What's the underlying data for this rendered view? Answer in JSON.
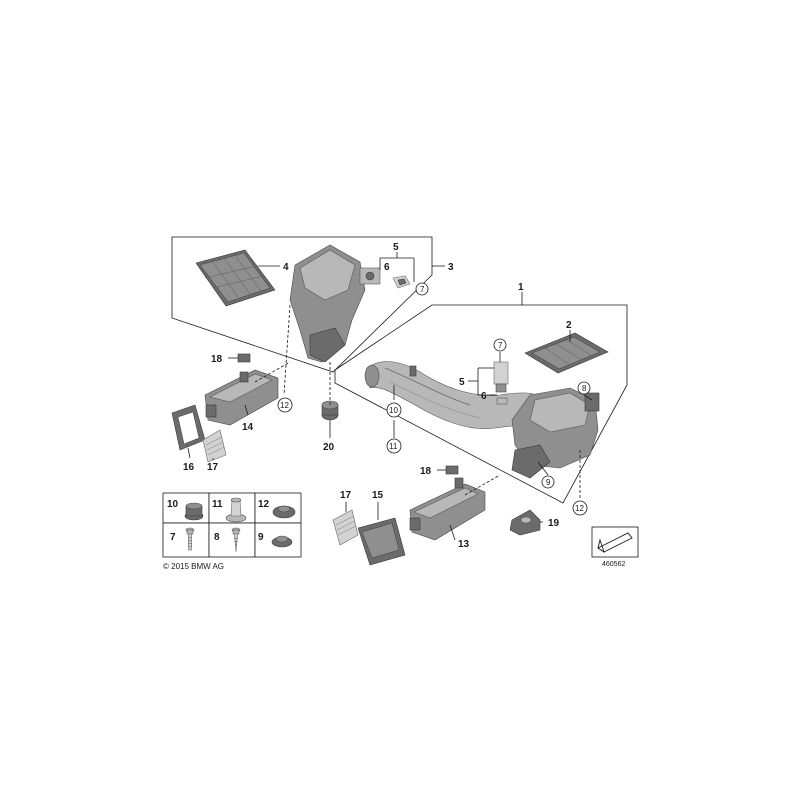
{
  "callouts": {
    "c1": "1",
    "c2": "2",
    "c3": "3",
    "c4": "4",
    "c5a": "5",
    "c6a": "6",
    "c7a": "7",
    "c5b": "5",
    "c6b": "6",
    "c7b": "7",
    "c8": "8",
    "c9": "9",
    "c10": "10",
    "c11": "11",
    "c12a": "12",
    "c12b": "12",
    "c13": "13",
    "c14": "14",
    "c15": "15",
    "c16": "16",
    "c17a": "17",
    "c17b": "17",
    "c18a": "18",
    "c18b": "18",
    "c19": "19",
    "c20": "20"
  },
  "legend": {
    "cells": [
      "10",
      "11",
      "12",
      "7",
      "8",
      "9"
    ]
  },
  "footer": {
    "copyright": "© 2015 BMW AG",
    "diagram_number": "460562"
  }
}
